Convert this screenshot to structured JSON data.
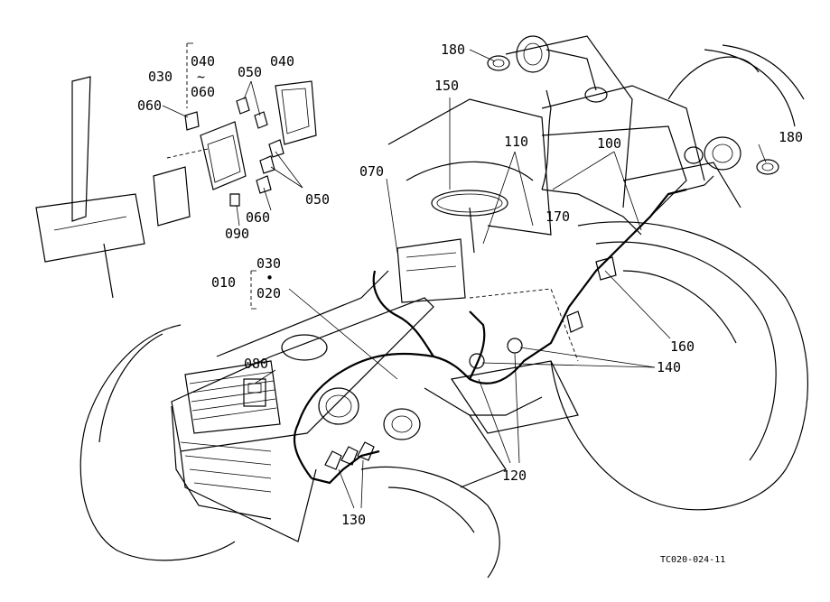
{
  "diagram": {
    "image_code": "TC020-024-11",
    "callouts": {
      "c180a": "180",
      "c180b": "180",
      "c150": "150",
      "c110": "110",
      "c100": "100",
      "c170": "170",
      "c160": "160",
      "c140": "140",
      "c120": "120",
      "c130": "130",
      "c080": "080",
      "c070": "070",
      "c010": "010",
      "c030a": "030",
      "c020": "020",
      "c090": "090",
      "c060a": "060",
      "c060b": "060",
      "c030b": "030",
      "c040a": "040",
      "c040b": "040",
      "c060c": "060",
      "c050a": "050",
      "c050b": "050",
      "tilde": "~",
      "dot": "•"
    }
  }
}
